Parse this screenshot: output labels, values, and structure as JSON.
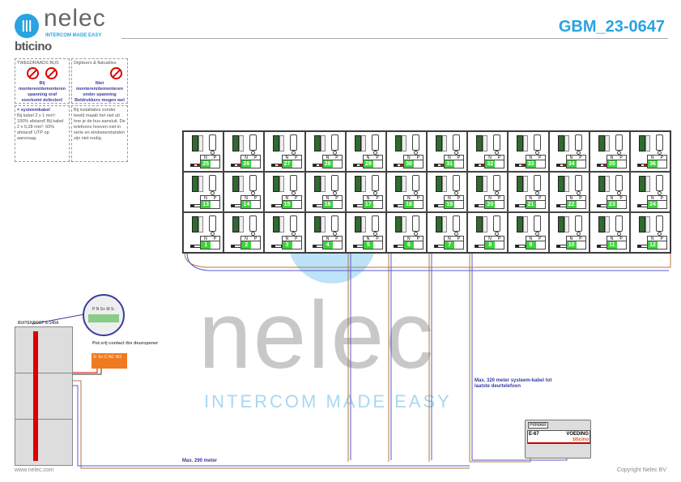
{
  "header": {
    "brand": "nelec",
    "tagline": "INTERCOM MADE EASY",
    "sub_brand": "bticino",
    "doc_id": "GBM_23-0647"
  },
  "notes": {
    "bus_title": "TWEEDRAADS BUS",
    "bus_warning": "Bij monteren/demonteren spanning eraf voorkomt defecten!",
    "flat_title": "Digitizers & flatcables",
    "flat_warning": "Niet monteren/demonteren onder spanning Beldrukkers mogen wel",
    "cable_title": "= systeemkabel",
    "cable_text": "Bij kabel 2 x 1 mm²: 100% afstand! Bij kabel 2 x 0,28 mm²: 60% afstand! UTP op aanvraag.",
    "install_text": "Bij installaties zonder beeld maakt het niet uit hoe je de bus aansluit. De telefoons hoeven niet in serie en eindweerstanden zijn niet nodig."
  },
  "grid": {
    "col_n": "N",
    "col_p": "P",
    "rows": [
      [
        25,
        26,
        27,
        28,
        29,
        30,
        31,
        32,
        33,
        34,
        35,
        36
      ],
      [
        13,
        14,
        15,
        16,
        17,
        18,
        19,
        20,
        21,
        22,
        23,
        24
      ],
      [
        1,
        2,
        3,
        4,
        5,
        6,
        7,
        8,
        9,
        10,
        11,
        12
      ]
    ]
  },
  "outdoor": {
    "label": "BUITENPOST S-140A"
  },
  "zoom_terminals": "P N S+ M S-",
  "relay": {
    "label": "Pot.vrij contact tbv deuropener",
    "terminals": "S- S+ C NC NO"
  },
  "psu": {
    "model": "E-67",
    "name": "VOEDING",
    "brand": "bticino",
    "primary": "PRIMAIR"
  },
  "cable_notes": {
    "max_290": "Max. 290 meter",
    "max_320": "Max. 320 meter systeem-kabel tot laatste deurtelefoon"
  },
  "watermark": {
    "big": "nelec",
    "sub": "INTERCOM MADE EASY"
  },
  "footer": {
    "website": "www.nelec.com",
    "copyright": "Copyright Nelec BV"
  },
  "colors": {
    "accent": "#2aa3e0",
    "wire_blue": "#5a5ad0",
    "wire_brown": "#b07840",
    "green": "#3bd43b"
  }
}
